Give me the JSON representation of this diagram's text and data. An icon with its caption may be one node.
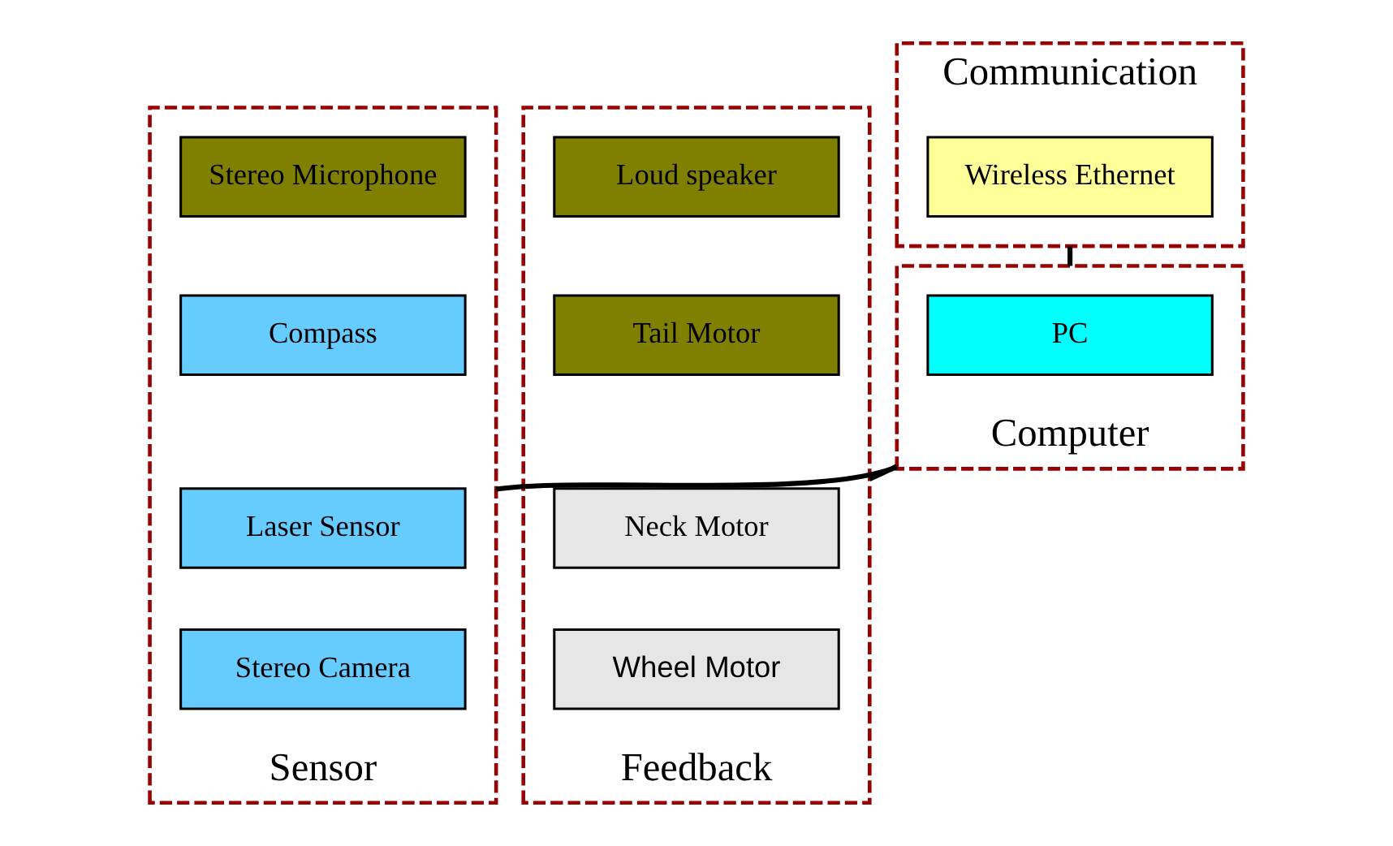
{
  "diagram": {
    "nodes": [
      {
        "text": [
          "Communication"
        ]
      },
      {
        "text": [
          "Wireless Ethernet"
        ],
        "in": 0
      },
      {
        "text": [
          "Sensor"
        ]
      },
      {
        "text": [
          "Stereo Microphone"
        ],
        "in": 2
      },
      {
        "text": [
          "Compass"
        ],
        "in": 2
      },
      {
        "text": [
          "Laser Sensor"
        ],
        "in": 2
      },
      {
        "text": [
          "Stereo Camera"
        ],
        "in": 2
      },
      {
        "text": [
          "Computer"
        ]
      },
      {
        "text": [
          "PC"
        ],
        "in": 7
      },
      {
        "text": [
          "Feedback"
        ]
      },
      {
        "text": [
          "Loud speaker"
        ],
        "in": 9
      },
      {
        "text": [
          "Tail Motor"
        ],
        "in": 9
      },
      {
        "text": [
          "Neck Motor"
        ],
        "in": 9
      },
      {
        "text": [
          "Wheel Motor"
        ],
        "in": 9
      }
    ],
    "edges": [
      {
        "from": 0,
        "to": 7,
        "arrow": "none"
      },
      {
        "from": 2,
        "to": 7,
        "arrow": "none"
      },
      {
        "from": 7,
        "to": 9,
        "arrow": "none"
      }
    ]
  }
}
